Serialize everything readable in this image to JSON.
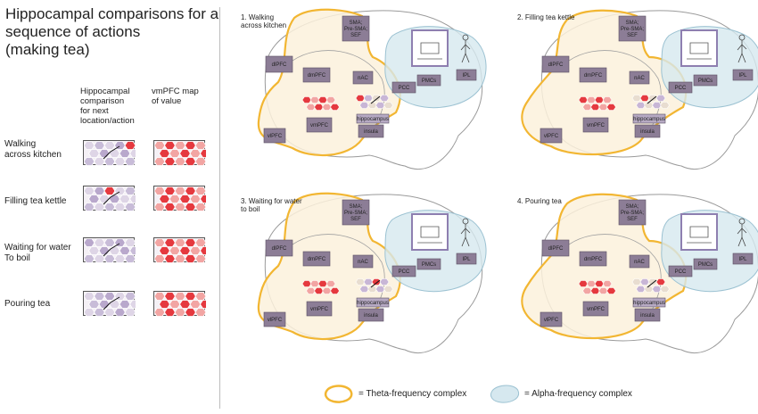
{
  "title_lines": [
    "Hippocampal comparisons for a",
    "sequence of actions",
    "(making tea)"
  ],
  "column_headers": {
    "hippocampal": [
      "Hippocampal",
      "comparison",
      "for next",
      "location/action"
    ],
    "vmpfc": [
      "vmPFC map",
      "of value"
    ]
  },
  "rows": [
    {
      "label_lines": [
        "Walking",
        "across kitchen"
      ]
    },
    {
      "label_lines": [
        "Filling tea kettle"
      ]
    },
    {
      "label_lines": [
        "Waiting for water",
        "To boil"
      ]
    },
    {
      "label_lines": [
        "Pouring tea"
      ]
    }
  ],
  "panels": [
    {
      "title_lines": [
        "1. Walking",
        "across kitchen"
      ]
    },
    {
      "title_lines": [
        "2. Filling tea kettle"
      ]
    },
    {
      "title_lines": [
        "3. Waiting for water",
        "to boil"
      ]
    },
    {
      "title_lines": [
        "4. Pouring tea"
      ]
    }
  ],
  "region_labels": {
    "sma": [
      "SMA;",
      "Pre-SMA;",
      "SEF"
    ],
    "dlpfc": "dlPFC",
    "dmpfc": "dmPFC",
    "nac": "nAC",
    "vmpfc": "vmPFC",
    "vlpfc": "vlPFC",
    "hippocampus": "hippocampus",
    "insula": "insula",
    "pcc": "PCC",
    "pmcs": "PMCs",
    "ipl": "IPL"
  },
  "legend": {
    "theta": "= Theta-frequency complex",
    "alpha": "= Alpha-frequency complex"
  },
  "colors": {
    "theta_outline": "#f2b632",
    "theta_fill": "#fbf1dc",
    "alpha_fill": "#d6e8ef",
    "alpha_outline": "#9cc2d2",
    "region_box": "#8c7d96",
    "hex_red": "#e5393f",
    "hex_pink": "#f2a5a3",
    "hex_lavender": "#b9a8cc"
  }
}
